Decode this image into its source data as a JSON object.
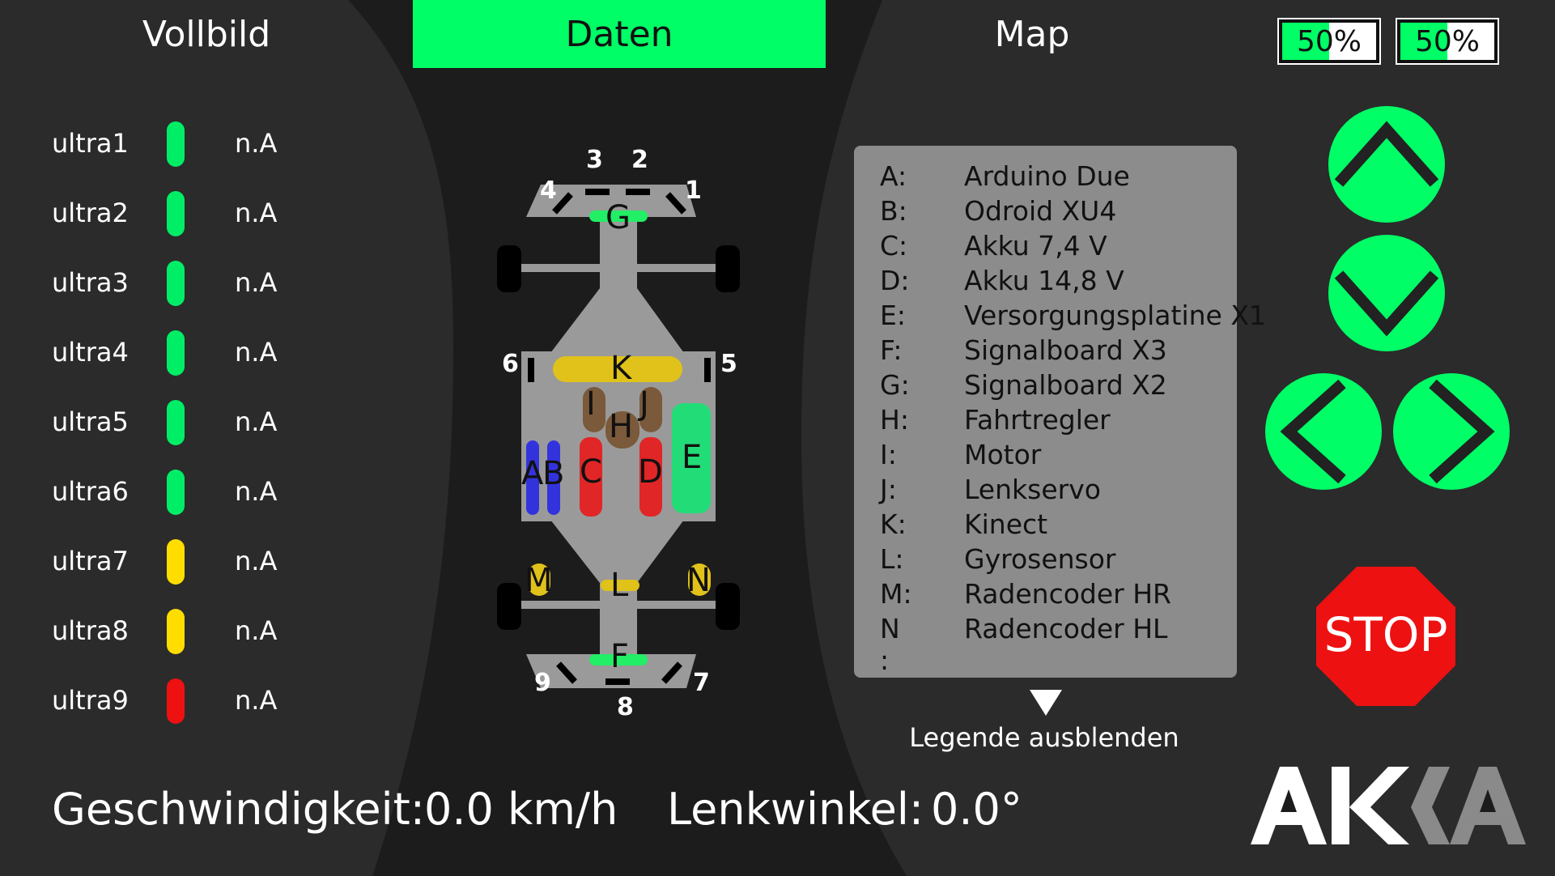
{
  "tabs": {
    "vollbild": "Vollbild",
    "daten": "Daten",
    "map": "Map"
  },
  "batteries": [
    {
      "label": "50%",
      "level": 0.5
    },
    {
      "label": "50%",
      "level": 0.5
    }
  ],
  "sensors": [
    {
      "name": "ultra1",
      "value": "n.A",
      "status_color": "#00ee66"
    },
    {
      "name": "ultra2",
      "value": "n.A",
      "status_color": "#00ee66"
    },
    {
      "name": "ultra3",
      "value": "n.A",
      "status_color": "#00ee66"
    },
    {
      "name": "ultra4",
      "value": "n.A",
      "status_color": "#00ee66"
    },
    {
      "name": "ultra5",
      "value": "n.A",
      "status_color": "#00ee66"
    },
    {
      "name": "ultra6",
      "value": "n.A",
      "status_color": "#00ee66"
    },
    {
      "name": "ultra7",
      "value": "n.A",
      "status_color": "#ffdd00"
    },
    {
      "name": "ultra8",
      "value": "n.A",
      "status_color": "#ffdd00"
    },
    {
      "name": "ultra9",
      "value": "n.A",
      "status_color": "#ee1111"
    }
  ],
  "car_diagram": {
    "sensor_numbers": [
      "1",
      "2",
      "3",
      "4",
      "5",
      "6",
      "7",
      "8",
      "9"
    ],
    "components": [
      "A",
      "B",
      "C",
      "D",
      "E",
      "F",
      "G",
      "H",
      "I",
      "J",
      "K",
      "L",
      "M",
      "N"
    ]
  },
  "legend": {
    "items": [
      {
        "key": "A:",
        "value": "Arduino Due"
      },
      {
        "key": "B:",
        "value": "Odroid XU4"
      },
      {
        "key": "C:",
        "value": "Akku 7,4 V"
      },
      {
        "key": "D:",
        "value": "Akku 14,8 V"
      },
      {
        "key": "E:",
        "value": "Versorgungsplatine X1"
      },
      {
        "key": "F:",
        "value": "Signalboard X3"
      },
      {
        "key": "G:",
        "value": "Signalboard X2"
      },
      {
        "key": "H:",
        "value": "Fahrtregler"
      },
      {
        "key": "I:",
        "value": "Motor"
      },
      {
        "key": "J:",
        "value": "Lenkservo"
      },
      {
        "key": "K:",
        "value": "Kinect"
      },
      {
        "key": "L:",
        "value": "Gyrosensor"
      },
      {
        "key": "M:",
        "value": "Radencoder HR"
      },
      {
        "key": "N :",
        "value": "Radencoder HL"
      }
    ],
    "toggle_label": "Legende ausblenden"
  },
  "controls": {
    "stop_label": "STOP",
    "up_icon": "chevron-up-icon",
    "down_icon": "chevron-down-icon",
    "left_icon": "chevron-left-icon",
    "right_icon": "chevron-right-icon"
  },
  "footer": {
    "speed_label": "Geschwindigkeit:",
    "speed_value": "0.0 km/h",
    "steer_label": "Lenkwinkel:",
    "steer_value": "0.0°"
  },
  "logo": {
    "text": "AKKA"
  },
  "colors": {
    "accent": "#00ff66",
    "background": "#1c1c1c",
    "panel": "#2a2a2a",
    "legend_bg": "#8c8c8c",
    "stop": "#ee1111"
  }
}
